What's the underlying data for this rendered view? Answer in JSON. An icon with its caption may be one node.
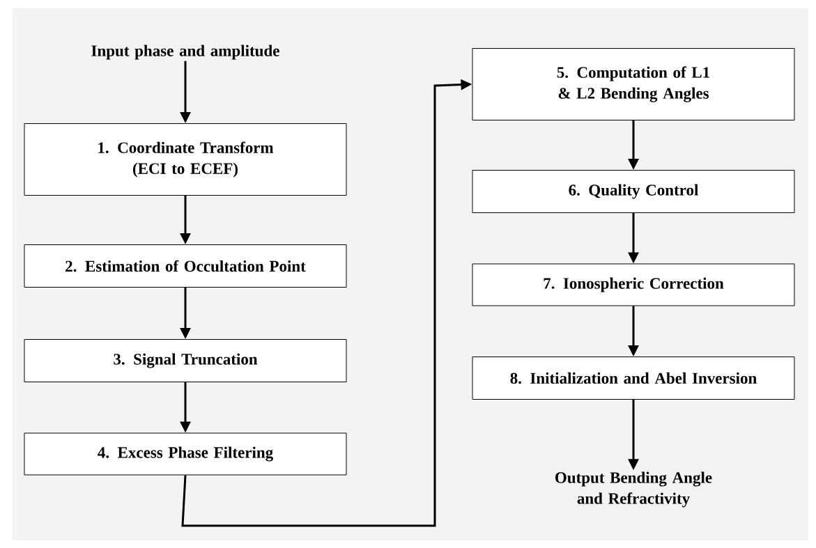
{
  "diagram": {
    "nodes": [
      {
        "text": [
          "Input phase and amplitude"
        ]
      },
      {
        "text": [
          "1. Coordinate Transform (ECI to ECEF)"
        ]
      },
      {
        "text": [
          "2. Estimation of Occultation Point"
        ]
      },
      {
        "text": [
          "3. Signal Truncation"
        ]
      },
      {
        "text": [
          "4. Excess Phase Filtering"
        ]
      },
      {
        "text": [
          "5. Computation of L1 & L2 Bending Angles"
        ]
      },
      {
        "text": [
          "6. Quality Control"
        ]
      },
      {
        "text": [
          "7. Ionospheric Correction"
        ]
      },
      {
        "text": [
          "8. Initialization and Abel Inversion"
        ]
      },
      {
        "text": [
          "Output Bending Angle and Refractivity"
        ]
      }
    ],
    "edges": [
      {
        "from": 0,
        "to": 1,
        "arrow": "to"
      },
      {
        "from": 1,
        "to": 2,
        "arrow": "to"
      },
      {
        "from": 2,
        "to": 3,
        "arrow": "to"
      },
      {
        "from": 3,
        "to": 4,
        "arrow": "to"
      },
      {
        "from": 4,
        "to": 5,
        "arrow": "to"
      },
      {
        "from": 5,
        "to": 6,
        "arrow": "to"
      },
      {
        "from": 6,
        "to": 7,
        "arrow": "to"
      },
      {
        "from": 7,
        "to": 8,
        "arrow": "to"
      },
      {
        "from": 8,
        "to": 9,
        "arrow": "to"
      }
    ]
  }
}
